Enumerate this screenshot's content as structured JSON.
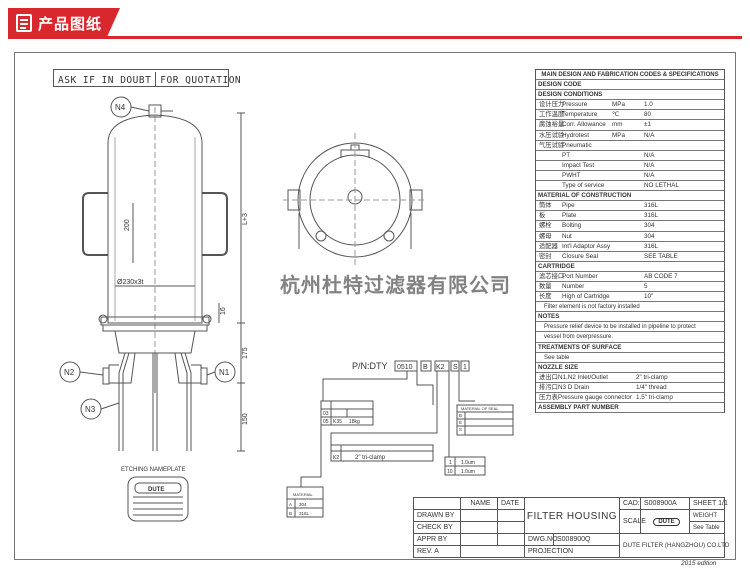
{
  "header": {
    "title": "产品图纸"
  },
  "drawing": {
    "ask_note": [
      "ASK IF IN DOUBT",
      "FOR QUOTATION"
    ],
    "nozzles": {
      "n1": "N1",
      "n2": "N2",
      "n3": "N3",
      "n4": "N4"
    },
    "dims": {
      "d_body": "Ø230x3t",
      "h_body": "200",
      "l3": "L+3",
      "d16": "16",
      "d175": "175",
      "d150": "150"
    },
    "partno": {
      "label": "P/N:DTY",
      "codes": [
        "0510",
        "B",
        "K2",
        "S",
        "1"
      ]
    },
    "codes_table": [
      {
        "code": "03",
        "value": ""
      },
      {
        "code": "05",
        "value": "K35",
        "extra": "18kg"
      }
    ],
    "seal_material": {
      "header": "MATERIAL OF SEAL",
      "items": [
        "B",
        "E",
        "S"
      ]
    },
    "connection": {
      "code": "K2",
      "value": "2\" tri-clamp"
    },
    "stripe": {
      "rows": [
        [
          "1",
          "1.0um"
        ],
        [
          "10",
          "1.0um"
        ]
      ]
    },
    "material_small": {
      "header": "MATERIAL",
      "rows": [
        [
          "A",
          "304"
        ],
        [
          "B",
          "316L"
        ]
      ]
    },
    "nameplate": {
      "caption": "ETCHING NAMEPLATE",
      "brand": "DUTE"
    },
    "watermark": "杭州杜特过滤器有限公司"
  },
  "spec": {
    "title": "MAIN DESIGN AND FABRICATION CODES & SPECIFICATIONS",
    "sections": [
      {
        "header": "DESIGN CODE",
        "rows": []
      },
      {
        "header": "DESIGN CONDITIONS",
        "rows": [
          {
            "cn": "设计压力",
            "name": "Pressure",
            "unit": "MPa",
            "value": "1.0"
          },
          {
            "cn": "工作温度",
            "name": "Temperature",
            "unit": "℃",
            "value": "80"
          },
          {
            "cn": "腐蚀裕量",
            "name": "Corr. Allowance",
            "unit": "mm",
            "value": "±1"
          },
          {
            "cn": "水压试验",
            "name": "Hydrotest",
            "unit": "MPa",
            "value": "N/A"
          },
          {
            "cn": "气压试验",
            "name": "Pneumatic",
            "unit": "",
            "value": ""
          },
          {
            "cn": "",
            "name": "PT",
            "unit": "",
            "value": "N/A"
          },
          {
            "cn": "",
            "name": "Impact Test",
            "unit": "",
            "value": "N/A"
          },
          {
            "cn": "",
            "name": "PWHT",
            "unit": "",
            "value": "N/A"
          },
          {
            "cn": "",
            "name": "Type of service",
            "unit": "",
            "value": "NO LETHAL"
          }
        ]
      },
      {
        "header": "MATERIAL OF CONSTRUCTION",
        "rows": [
          {
            "cn": "筒体",
            "name": "Pipe",
            "unit": "",
            "value": "316L"
          },
          {
            "cn": "板",
            "name": "Plate",
            "unit": "",
            "value": "316L"
          },
          {
            "cn": "螺栓",
            "name": "Bolting",
            "unit": "",
            "value": "304"
          },
          {
            "cn": "螺母",
            "name": "Nut",
            "unit": "",
            "value": "304"
          },
          {
            "cn": "适配器",
            "name": "Int'l Adaptor Assy",
            "unit": "",
            "value": "316L"
          },
          {
            "cn": "密封",
            "name": "Closure Seal",
            "unit": "",
            "value": "SEE TABLE"
          }
        ]
      },
      {
        "header": "CARTRIDGE",
        "rows": [
          {
            "cn": "滤芯接口",
            "name": "Port Number",
            "unit": "",
            "value": "AB CODE 7"
          },
          {
            "cn": "数量",
            "name": "Number",
            "unit": "",
            "value": "5"
          },
          {
            "cn": "长度",
            "name": "High of Cartridge",
            "unit": "",
            "value": "10\""
          },
          {
            "note": "Filter element is not factory installed"
          }
        ]
      },
      {
        "header": "NOTES",
        "rows": [
          {
            "note": "Pressure relief device to be installed in pipeline to protect"
          },
          {
            "note": "vessel from overpressure."
          }
        ]
      },
      {
        "header": "TREATMENTS OF SURFACE",
        "rows": [
          {
            "note": "See table"
          }
        ]
      },
      {
        "header": "NOZZLE SIZE",
        "nozzle": true,
        "rows": [
          {
            "cn": "进出口",
            "name": "N1,N2  Inlet/Outlet",
            "unit": "",
            "value": "2\" tri-clamp"
          },
          {
            "cn": "排污口",
            "name": "N3  D    Drain",
            "unit": "",
            "value": "1/4\" thread"
          },
          {
            "cn": "压力表",
            "name": "Pressure gauge connector",
            "unit": "",
            "value": "1.5\" tri-clamp"
          }
        ]
      },
      {
        "header": "ASSEMBLY PART NUMBER",
        "rows": []
      }
    ]
  },
  "titleblock": {
    "name_label": "NAME",
    "date_label": "DATE",
    "drawn": "DRAWN BY",
    "check": "CHECK BY",
    "appr": "APPR BY",
    "rev": "REV. A",
    "title": "FILTER HOUSING",
    "cad_label": "CAD:",
    "cad_no": "S008900A",
    "sheet": "SHEET 1/1",
    "scale_label": "SCALE",
    "weight_label": "WEIGHT",
    "weight": "See Table",
    "dwg_label": "DWG.NO.",
    "dwg_no": "S008900Q",
    "projection": "PROJECTION",
    "company": "DUTE FILTER (HANGZHOU) CO.LTD",
    "logo": "DUTE",
    "edition": "2015 edition"
  }
}
